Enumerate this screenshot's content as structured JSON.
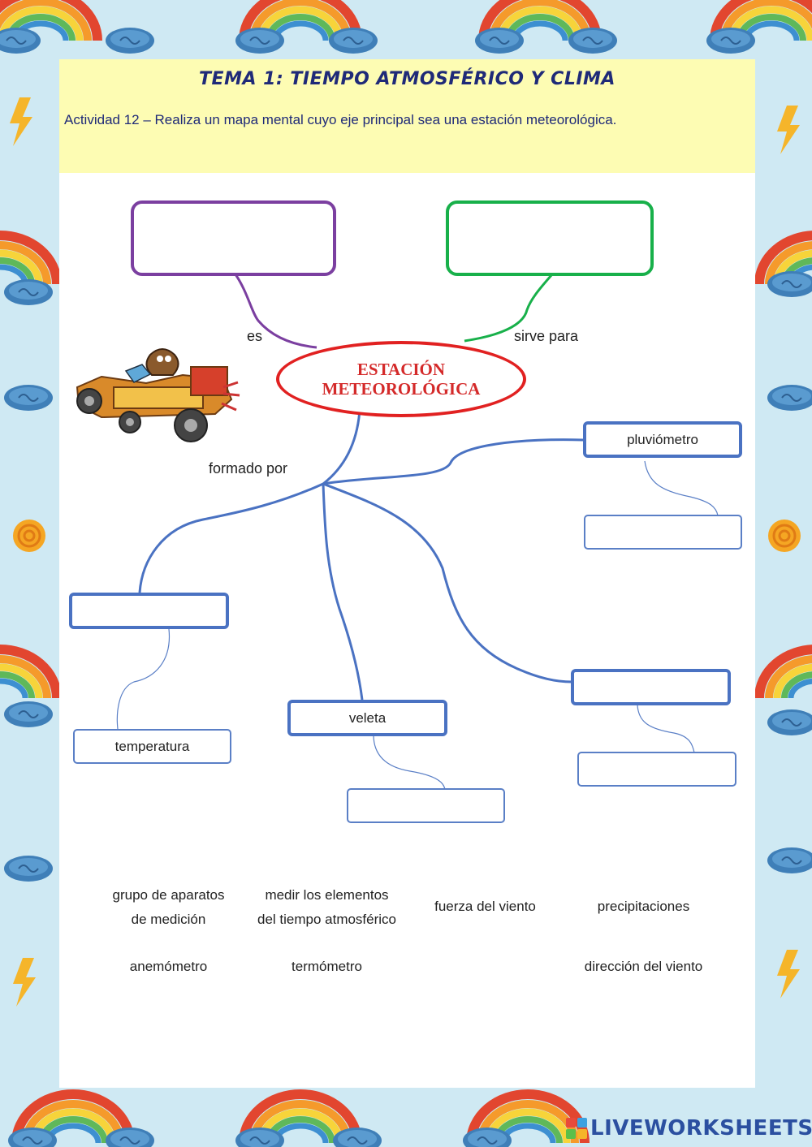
{
  "worksheet": {
    "title": "TEMA 1: TIEMPO ATMOSFÉRICO Y CLIMA",
    "instruction": "Actividad 12 – Realiza un mapa mental cuyo eje principal sea una estación meteorológica."
  },
  "mind_map": {
    "center_line1": "ESTACIÓN",
    "center_line2": "METEOROLÓGICA",
    "link_es": "es",
    "link_sirve_para": "sirve para",
    "link_formado_por": "formado por",
    "box_pluviometro": "pluviómetro",
    "box_veleta": "veleta",
    "box_temperatura": "temperatura"
  },
  "word_bank": {
    "item1_line1": "grupo de aparatos",
    "item1_line2": "de medición",
    "item2_line1": "medir los elementos",
    "item2_line2": "del tiempo atmosférico",
    "item3": "fuerza del viento",
    "item4": "precipitaciones",
    "item5": "anemómetro",
    "item6": "termómetro",
    "item7": "dirección del viento"
  },
  "branding": {
    "logo_text": "LIVEWORKSHEETS"
  },
  "colors": {
    "title": "#1f2a78",
    "center_border": "#e12121",
    "purple_box": "#7b3fa0",
    "green_box": "#18b04a",
    "blue_box": "#4a72c2",
    "header_band": "#fdfcb3"
  }
}
